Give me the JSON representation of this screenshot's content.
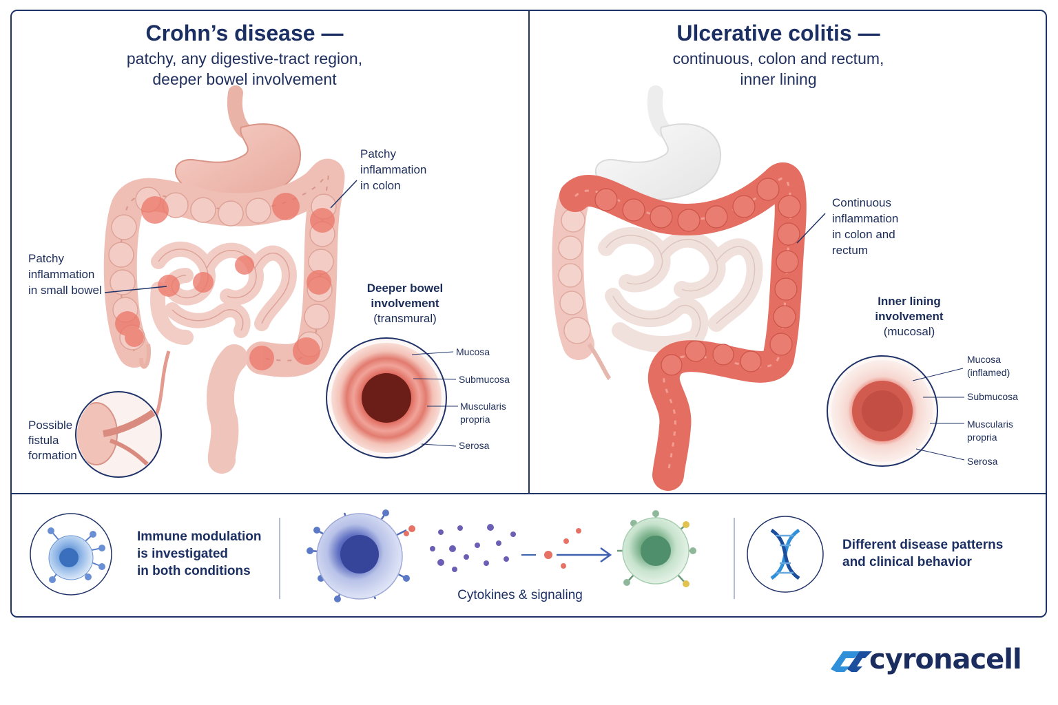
{
  "left_panel": {
    "title": "Crohn’s disease —",
    "subtitle_line1": "patchy, any digestive-tract region,",
    "subtitle_line2": "deeper bowel involvement",
    "label_colon": [
      "Patchy",
      "inflammation",
      "in colon"
    ],
    "label_small_bowel": [
      "Patchy",
      "inflammation",
      "in small bowel"
    ],
    "label_fistula": [
      "Possible",
      "fistula",
      "formation"
    ],
    "cross_section_title": [
      "Deeper bowel",
      "involvement"
    ],
    "cross_section_sub": "(transmural)",
    "layers": [
      "Mucosa",
      "Submucosa",
      "Muscularis",
      "propria",
      "Serosa"
    ]
  },
  "right_panel": {
    "title": "Ulcerative colitis —",
    "subtitle_line1": "continuous, colon and rectum,",
    "subtitle_line2": "inner lining",
    "label_colon": [
      "Continuous",
      "inflammation",
      "in colon and",
      "rectum"
    ],
    "cross_section_title": [
      "Inner lining",
      "involvement"
    ],
    "cross_section_sub": "(mucosal)",
    "layers": [
      "Mucosa",
      "(inflamed)",
      "Submucosa",
      "Muscularis",
      "propria",
      "Serosa"
    ]
  },
  "bottom": {
    "left_text": [
      "Immune modulation",
      "is investigated",
      "in both conditions"
    ],
    "center_caption": "Cytokines & signaling",
    "right_text": [
      "Different disease patterns",
      "and clinical behavior"
    ]
  },
  "brand": {
    "name": "cyronacell"
  },
  "colors": {
    "navy": "#1b2f63",
    "inflamed": "#e8695f",
    "tissue": "#f1c6be",
    "accent_blue": "#2f8fd8"
  },
  "icons": [
    "immune-cell-icon",
    "dna-icon",
    "arrow-right-icon"
  ]
}
